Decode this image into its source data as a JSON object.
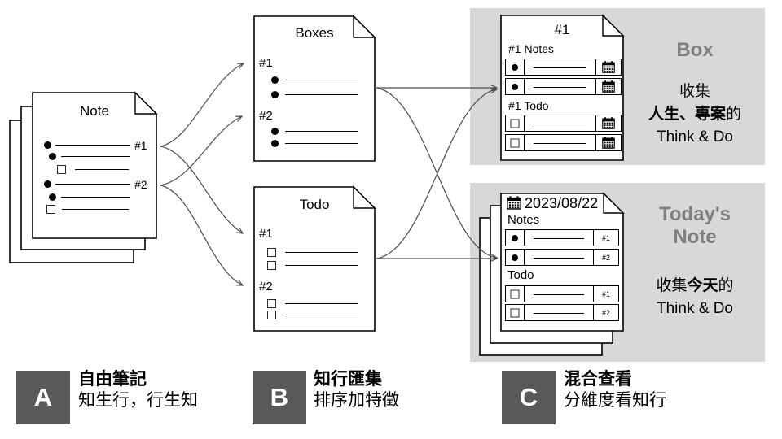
{
  "colors": {
    "panel_gray": "#d8d8d8",
    "legend_square": "#595959",
    "muted_label_text": "#7f7f7f",
    "arrow": "#4d4d4d",
    "paper_fill": "#ffffff",
    "paper_stroke": "#000000"
  },
  "icons": {
    "calendar": "calendar-icon",
    "bullet": "bullet-icon",
    "checkbox": "checkbox-icon",
    "folded-corner": "page-fold-icon"
  },
  "note_stack": {
    "title": "Note",
    "rows": [
      {
        "marker": "bullet",
        "tag": "#1"
      },
      {
        "marker": "bullet",
        "tag": ""
      },
      {
        "marker": "checkbox",
        "tag": ""
      },
      {
        "marker": "bullet",
        "tag": "#2"
      },
      {
        "marker": "bullet",
        "tag": ""
      },
      {
        "marker": "checkbox",
        "tag": ""
      }
    ]
  },
  "boxes_doc": {
    "title": "Boxes",
    "sections": [
      {
        "label": "#1",
        "items": [
          "bullet",
          "bullet"
        ]
      },
      {
        "label": "#2",
        "items": [
          "bullet",
          "bullet"
        ]
      }
    ]
  },
  "todo_doc": {
    "title": "Todo",
    "sections": [
      {
        "label": "#1",
        "items": [
          "checkbox",
          "checkbox"
        ]
      },
      {
        "label": "#2",
        "items": [
          "checkbox",
          "checkbox"
        ]
      }
    ]
  },
  "box_panel": {
    "doc_title": "#1",
    "notes_heading": "#1 Notes",
    "todo_heading": "#1 Todo",
    "label": "Box",
    "desc_line1": "收集",
    "desc_line2_bold": "人生、專案",
    "desc_line2_rest": "的",
    "desc_line3": "Think & Do"
  },
  "today_panel": {
    "doc_title": "2023/08/22",
    "notes_heading": "Notes",
    "todo_heading": "Todo",
    "note_tags": [
      "#1",
      "#2"
    ],
    "todo_tags": [
      "#1",
      "#2"
    ],
    "label_line1": "Today's",
    "label_line2": "Note",
    "desc_pre": "收集",
    "desc_bold": "今天",
    "desc_post": "的",
    "desc_line2": "Think & Do"
  },
  "legend": [
    {
      "letter": "A",
      "title": "自由筆記",
      "subtitle": "知生行，行生知"
    },
    {
      "letter": "B",
      "title": "知行匯集",
      "subtitle": "排序加特徵"
    },
    {
      "letter": "C",
      "title": "混合查看",
      "subtitle": "分維度看知行"
    }
  ]
}
